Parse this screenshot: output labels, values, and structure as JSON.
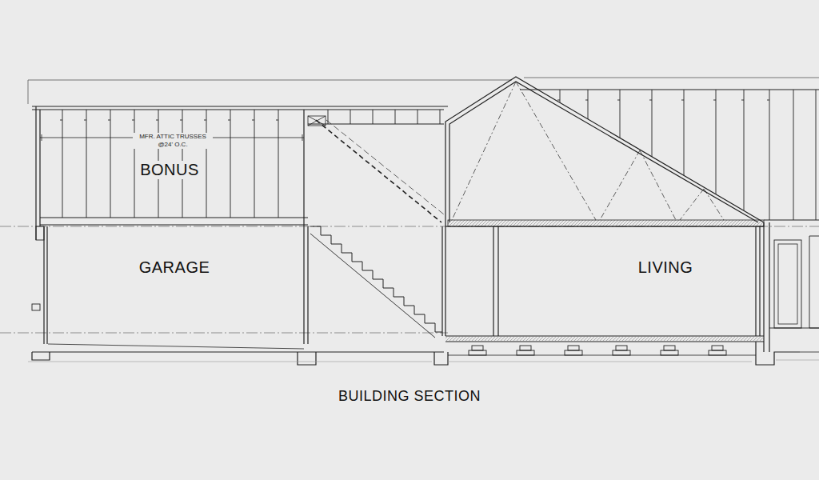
{
  "diagram": {
    "caption": "BUILDING SECTION",
    "nodes": [
      {
        "text": [
          "BONUS"
        ]
      },
      {
        "text": [
          "GARAGE"
        ]
      },
      {
        "text": [
          "LIVING"
        ]
      }
    ],
    "labels": [
      "MFR. ATTIC TRUSSES @24' O.C."
    ]
  }
}
